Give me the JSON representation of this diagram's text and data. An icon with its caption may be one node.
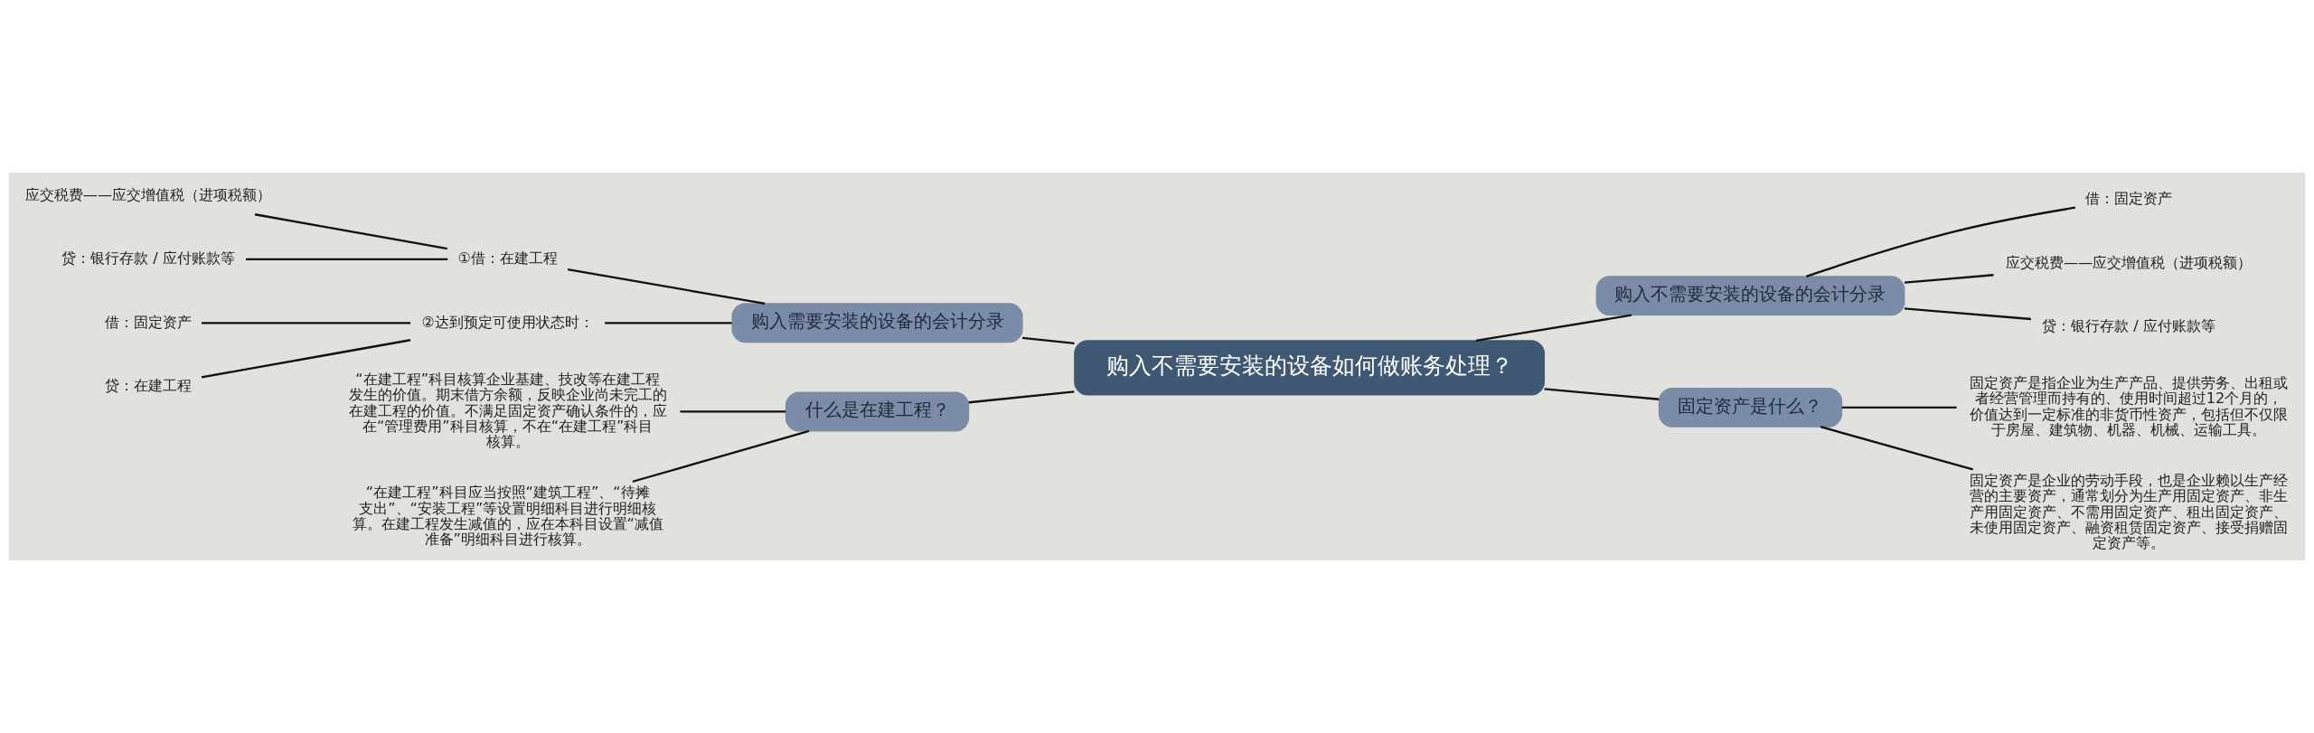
{
  "diagram": {
    "nodes": [
      {
        "text": [
          "购入不需要安装的设备如何做账务处理？"
        ]
      },
      {
        "text": [
          "购入需要安装的设备的会计分录"
        ]
      },
      {
        "text": [
          "①借：在建工程"
        ]
      },
      {
        "text": [
          "应交税费——应交增值税（进项税额）"
        ]
      },
      {
        "text": [
          "贷：银行存款 / 应付账款等"
        ]
      },
      {
        "text": [
          "②达到预定可使用状态时："
        ]
      },
      {
        "text": [
          "借：固定资产"
        ]
      },
      {
        "text": [
          "贷：在建工程"
        ]
      },
      {
        "text": [
          "什么是在建工程？"
        ]
      },
      {
        "text": [
          "“在建工程”科目核算企业基建、技改等在建工程发生的价值。期末借方余额，反映企业尚未完工的在建工程的价值。不满足固定资产确认条件的，应在“管理费用”科目核算，不在“在建工程”科目核算。"
        ]
      },
      {
        "text": [
          "“在建工程”科目应当按照“建筑工程”、“待摊支出”、“安装工程”等设置明细科目进行明细核算。在建工程发生减值的，应在本科目设置“减值准备”明细科目进行核算。"
        ]
      },
      {
        "text": [
          "购入不需要安装的设备的会计分录"
        ]
      },
      {
        "text": [
          "借：固定资产"
        ]
      },
      {
        "text": [
          "应交税费——应交增值税（进项税额）"
        ]
      },
      {
        "text": [
          "贷：银行存款 / 应付账款等"
        ]
      },
      {
        "text": [
          "固定资产是什么？"
        ]
      },
      {
        "text": [
          "固定资产是指企业为生产产品、提供劳务、出租或者经营管理而持有的、使用时间超过12个月的，价值达到一定标准的非货币性资产，包括但不仅限于房屋、建筑物、机器、机械、运输工具。"
        ]
      },
      {
        "text": [
          "固定资产是企业的劳动手段，也是企业赖以生产经营的主要资产，通常划分为生产用固定资产、非生产用固定资产、不需用固定资产、租出固定资产、未使用固定资产、融资租赁固定资产、接受捐赠固定资产等。"
        ]
      }
    ],
    "edges": [
      {
        "from": 0,
        "to": 1,
        "arrow": "none"
      },
      {
        "from": 1,
        "to": 2,
        "arrow": "none"
      },
      {
        "from": 2,
        "to": 3,
        "arrow": "none"
      },
      {
        "from": 2,
        "to": 4,
        "arrow": "none"
      },
      {
        "from": 1,
        "to": 5,
        "arrow": "none"
      },
      {
        "from": 5,
        "to": 6,
        "arrow": "none"
      },
      {
        "from": 5,
        "to": 7,
        "arrow": "none"
      },
      {
        "from": 0,
        "to": 8,
        "arrow": "none"
      },
      {
        "from": 8,
        "to": 9,
        "arrow": "none"
      },
      {
        "from": 8,
        "to": 10,
        "arrow": "none"
      },
      {
        "from": 0,
        "to": 11,
        "arrow": "none"
      },
      {
        "from": 11,
        "to": 12,
        "arrow": "none"
      },
      {
        "from": 11,
        "to": 13,
        "arrow": "none"
      },
      {
        "from": 11,
        "to": 14,
        "arrow": "none"
      },
      {
        "from": 0,
        "to": 15,
        "arrow": "none"
      },
      {
        "from": 15,
        "to": 16,
        "arrow": "none"
      },
      {
        "from": 15,
        "to": 17,
        "arrow": "none"
      }
    ]
  }
}
